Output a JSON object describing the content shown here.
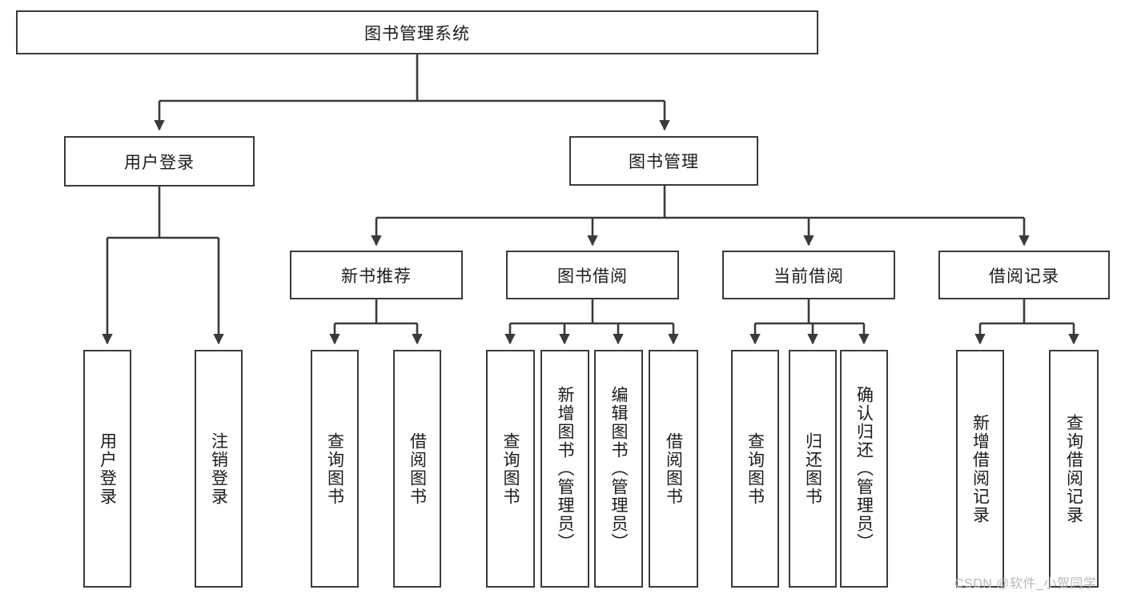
{
  "diagram": {
    "title": "图书管理系统",
    "type": "hierarchy-tree",
    "watermark": "CSDN @软件_小贺同学",
    "colors": {
      "box_border": "#3a3a3a",
      "box_fill": "#ffffff",
      "connector": "#3a3a3a",
      "text": "#1b1b1b",
      "watermark": "#b9b9b9",
      "background": "#ffffff"
    },
    "root": {
      "label": "图书管理系统"
    },
    "level2": [
      {
        "label": "用户登录"
      },
      {
        "label": "图书管理"
      }
    ],
    "level3": [
      {
        "label": "新书推荐"
      },
      {
        "label": "图书借阅"
      },
      {
        "label": "当前借阅"
      },
      {
        "label": "借阅记录"
      }
    ],
    "leaves": {
      "user_login": [
        {
          "label": "用户登录"
        },
        {
          "label": "注销登录"
        }
      ],
      "new_book_recommend": [
        {
          "label": "查询图书"
        },
        {
          "label": "借阅图书"
        }
      ],
      "book_borrow": [
        {
          "label": "查询图书"
        },
        {
          "label": "新增图书（管理员）"
        },
        {
          "label": "编辑图书（管理员）"
        },
        {
          "label": "借阅图书"
        }
      ],
      "current_borrow": [
        {
          "label": "查询图书"
        },
        {
          "label": "归还图书"
        },
        {
          "label": "确认归还（管理员）"
        }
      ],
      "borrow_records": [
        {
          "label": "新增借阅记录"
        },
        {
          "label": "查询借阅记录"
        }
      ]
    }
  }
}
